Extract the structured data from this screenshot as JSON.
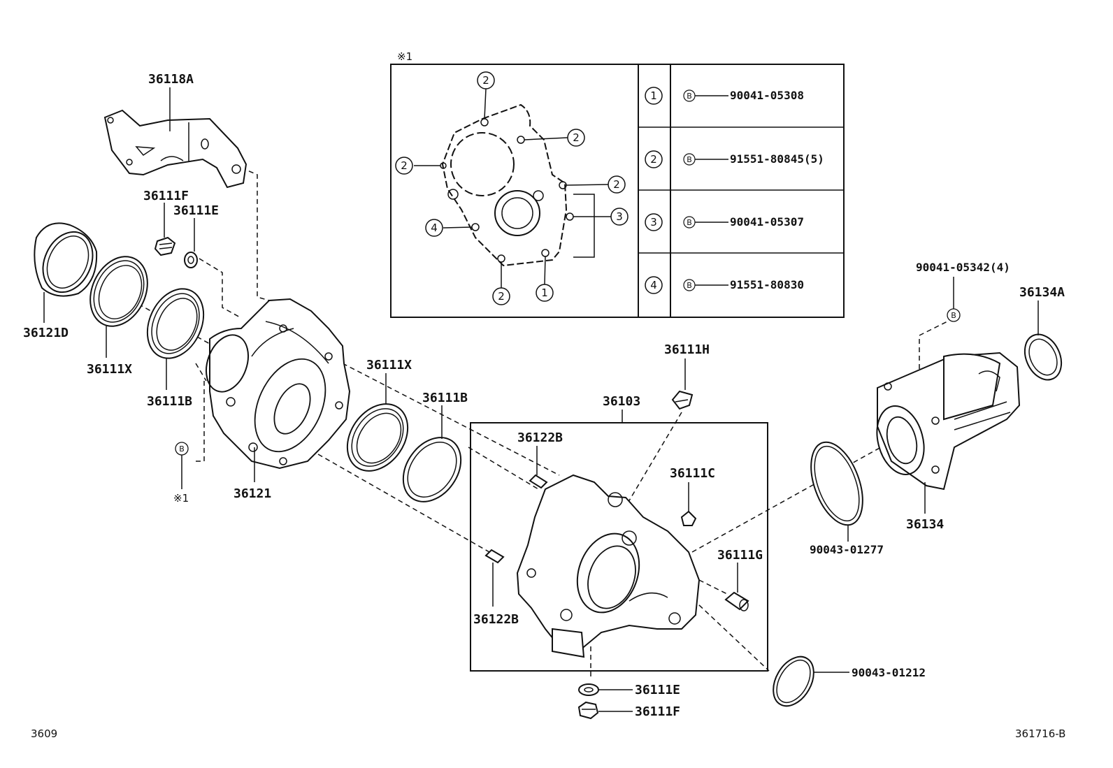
{
  "diagram": {
    "footer_left": "3609",
    "footer_right": "361716-B",
    "note_marker": "※1",
    "bolt_marker": "B",
    "parts": {
      "bracket": "36118A",
      "plug_top": "36111F",
      "gasket_top": "36111E",
      "seal_outer": "36121D",
      "seal_mid": "36111X",
      "seal_inner": "36111B",
      "case_front": "36121",
      "seal_right": "36111X",
      "seal_right_b": "36111B",
      "breather": "36111H",
      "assembly": "36103",
      "pin_upper": "36122B",
      "pin_lower": "36122B",
      "plug_side": "36111C",
      "pin_g": "36111G",
      "gasket_bottom": "36111E",
      "plug_bottom": "36111F",
      "extension_bolt": "90041-05342(4)",
      "extension_seal": "36134A",
      "extension": "36134",
      "oring_large": "90043-01277",
      "oring_small": "90043-01212"
    },
    "inset_table": {
      "rows": [
        {
          "index": "1",
          "part": "90041-05308"
        },
        {
          "index": "2",
          "part": "91551-80845(5)"
        },
        {
          "index": "3",
          "part": "90041-05307"
        },
        {
          "index": "4",
          "part": "91551-80830"
        }
      ]
    },
    "inset_callouts": [
      "2",
      "2",
      "2",
      "2",
      "3",
      "4",
      "2",
      "1"
    ]
  }
}
